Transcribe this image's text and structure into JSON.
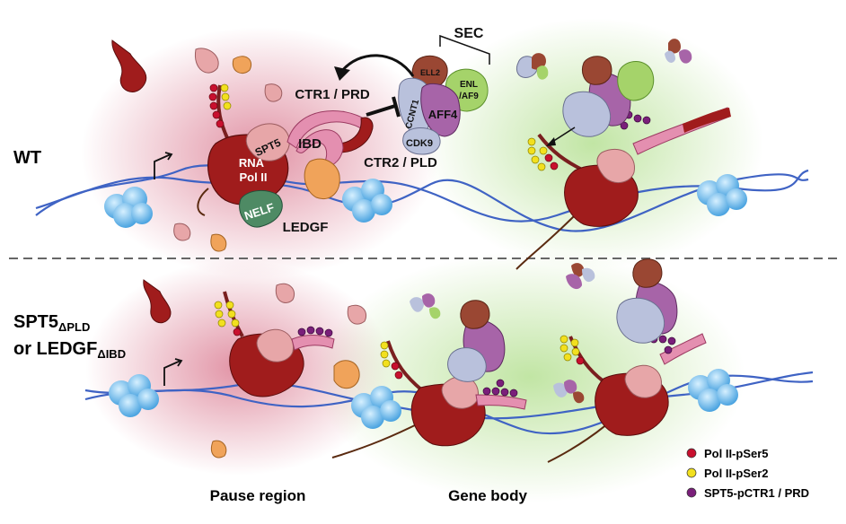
{
  "labels": {
    "wt": "WT",
    "mutant_line1_main": "SPT5",
    "mutant_line1_sub": "ΔPLD",
    "mutant_line2_main": "or LEDGF",
    "mutant_line2_sub": "ΔIBD",
    "sec": "SEC",
    "ctr1_prd": "CTR1 / PRD",
    "ctr2_pld": "CTR2 / PLD",
    "ibd": "IBD",
    "spt5": "SPT5",
    "rna": "RNA",
    "pol_ii": "Pol II",
    "nelf": "NELF",
    "ledgf": "LEDGF",
    "ell2": "ELL2",
    "ccnt1": "CCNT1",
    "aff4": "AFF4",
    "cdk9": "CDK9",
    "enl": "ENL",
    "af9": "/AF9",
    "pause_region": "Pause region",
    "gene_body": "Gene body"
  },
  "legend": [
    {
      "label": "Pol II-pSer5",
      "color": "#c8102e"
    },
    {
      "label": "Pol II-pSer2",
      "color": "#f2e01e"
    },
    {
      "label": "SPT5-pCTR1 / PRD",
      "color": "#7a1f7a"
    }
  ],
  "colors": {
    "pol_ii": "#a01c1c",
    "spt5": "#e7a6a8",
    "ledgf": "#f0a35a",
    "nelf": "#4e8a64",
    "ell2": "#9a4733",
    "aff4": "#a764a8",
    "cdk9": "#b9c1dc",
    "enl": "#a5d36a",
    "dna": "#3f63c4",
    "histone": "#6fb7e8",
    "pause_glow": "#c93b5c",
    "gene_glow": "#8fd05a"
  }
}
